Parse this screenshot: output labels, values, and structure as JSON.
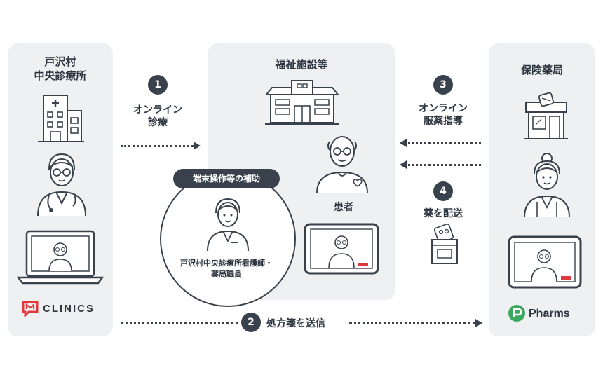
{
  "facilities": {
    "clinic": "戸沢村\n中央診療所",
    "welfare": "福祉施設等",
    "pharmacy": "保険薬局"
  },
  "steps": [
    {
      "number": "1",
      "label": "オンライン\n診療"
    },
    {
      "number": "2",
      "label": "処方箋を送信"
    },
    {
      "number": "3",
      "label": "オンライン\n服薬指導"
    },
    {
      "number": "4",
      "label": "薬を配送"
    }
  ],
  "support": {
    "tag": "端末操作等の補助",
    "caption": "戸沢村中央診療所看護師・\n薬局職員"
  },
  "patient_label": "患者",
  "logos": {
    "clinics": "CLINICS",
    "pharms": "Pharms"
  },
  "colors": {
    "panel": "#eef0f1",
    "dark": "#39424c",
    "clinics_red": "#e1393b",
    "pharms_green": "#3aa85f",
    "screen_red": "#e1393b"
  }
}
